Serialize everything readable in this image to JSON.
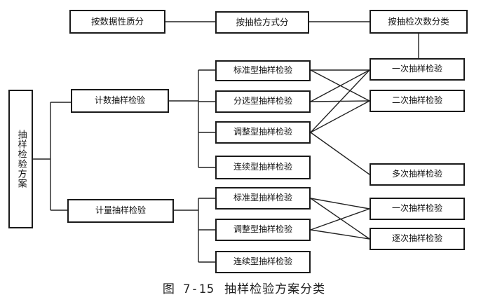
{
  "headers": {
    "by_property": "按数据性质分",
    "by_method": "按抽检方式分",
    "by_times": "按抽检次数分类"
  },
  "root": {
    "label": "抽样检验方案"
  },
  "categories": {
    "count": "计数抽样检验",
    "measure": "计量抽样检验"
  },
  "count_methods": [
    "标准型抽样检验",
    "分选型抽样检验",
    "调整型抽样检验",
    "连续型抽样检验"
  ],
  "count_times": [
    "一次抽样检验",
    "二次抽样检验",
    "多次抽样检验"
  ],
  "measure_methods": [
    "标准型抽样检验",
    "调整型抽样检验",
    "连续型抽样检验"
  ],
  "measure_times": [
    "一次抽样检验",
    "逐次抽样检验"
  ],
  "caption": {
    "figure": "图 7-15",
    "title": "抽样检验方案分类"
  }
}
